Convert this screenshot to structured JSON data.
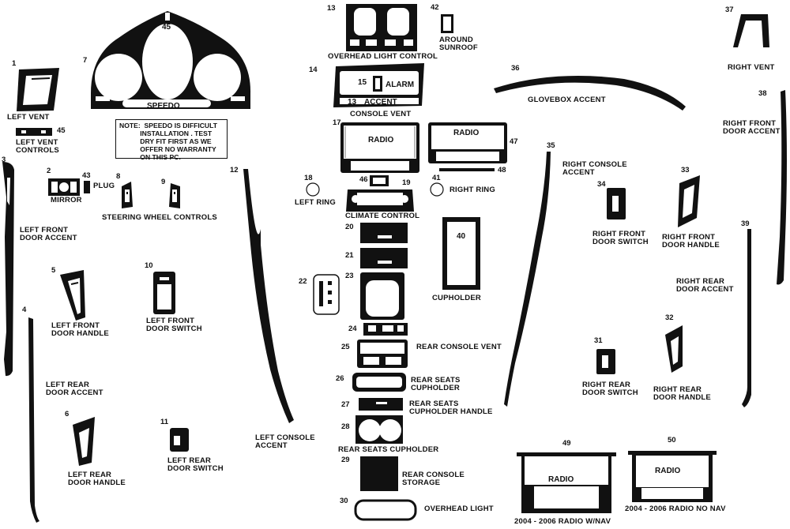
{
  "colors": {
    "piece": "#111111",
    "inner": "#ffffff",
    "grain": "#555555"
  },
  "note": "NOTE:  SPEEDO IS DIFFICULT\n           INSTALLATION . TEST\n           DRY FIT FIRST AS WE\n           OFFER NO WARRANTY\n           ON THIS PC.",
  "parts": [
    {
      "id": "p1",
      "number": "1",
      "label": "LEFT VENT"
    },
    {
      "id": "p2",
      "number": "2",
      "label": "MIRROR"
    },
    {
      "id": "p3",
      "number": "3",
      "label": "LEFT FRONT\nDOOR ACCENT"
    },
    {
      "id": "p4",
      "number": "4",
      "label": "LEFT REAR\nDOOR ACCENT"
    },
    {
      "id": "p5",
      "number": "5",
      "label": "LEFT FRONT\nDOOR HANDLE"
    },
    {
      "id": "p6",
      "number": "6",
      "label": "LEFT REAR\nDOOR HANDLE"
    },
    {
      "id": "p7",
      "number": "7",
      "label": "SPEEDO"
    },
    {
      "id": "p8",
      "number": "8",
      "label": ""
    },
    {
      "id": "p9",
      "number": "9",
      "label": ""
    },
    {
      "id": "p10",
      "number": "10",
      "label": "LEFT FRONT\nDOOR SWITCH"
    },
    {
      "id": "p11",
      "number": "11",
      "label": "LEFT REAR\nDOOR SWITCH"
    },
    {
      "id": "p12",
      "number": "12",
      "label": "LEFT CONSOLE\nACCENT"
    },
    {
      "id": "p13",
      "number": "13",
      "label": "OVERHEAD LIGHT CONTROL"
    },
    {
      "id": "p13b",
      "number": "13",
      "label": "ACCENT"
    },
    {
      "id": "p14",
      "number": "14",
      "label": "CONSOLE VENT"
    },
    {
      "id": "p15",
      "number": "15",
      "label": "ALARM"
    },
    {
      "id": "p17",
      "number": "17",
      "label": "RADIO"
    },
    {
      "id": "p18",
      "number": "18",
      "label": "LEFT RING"
    },
    {
      "id": "p19",
      "number": "19",
      "label": ""
    },
    {
      "id": "p20",
      "number": "20",
      "label": ""
    },
    {
      "id": "p21",
      "number": "21",
      "label": ""
    },
    {
      "id": "p22",
      "number": "22",
      "label": ""
    },
    {
      "id": "p23",
      "number": "23",
      "label": ""
    },
    {
      "id": "p24",
      "number": "24",
      "label": ""
    },
    {
      "id": "p25",
      "number": "25",
      "label": "REAR CONSOLE VENT"
    },
    {
      "id": "p26",
      "number": "26",
      "label": "REAR SEATS\nCUPHOLDER"
    },
    {
      "id": "p27",
      "number": "27",
      "label": "REAR SEATS\nCUPHOLDER HANDLE"
    },
    {
      "id": "p28",
      "number": "28",
      "label": "REAR SEATS CUPHOLDER"
    },
    {
      "id": "p29",
      "number": "29",
      "label": "REAR CONSOLE\nSTORAGE"
    },
    {
      "id": "p30",
      "number": "30",
      "label": "OVERHEAD LIGHT"
    },
    {
      "id": "p31",
      "number": "31",
      "label": "RIGHT REAR\nDOOR SWITCH"
    },
    {
      "id": "p32",
      "number": "32",
      "label": "RIGHT REAR\nDOOR HANDLE"
    },
    {
      "id": "p33",
      "number": "33",
      "label": "RIGHT FRONT\nDOOR HANDLE"
    },
    {
      "id": "p34",
      "number": "34",
      "label": "RIGHT FRONT\nDOOR SWITCH"
    },
    {
      "id": "p35",
      "number": "35",
      "label": "RIGHT CONSOLE\nACCENT"
    },
    {
      "id": "p36",
      "number": "36",
      "label": "GLOVEBOX ACCENT"
    },
    {
      "id": "p37",
      "number": "37",
      "label": "RIGHT VENT"
    },
    {
      "id": "p38",
      "number": "38",
      "label": "RIGHT FRONT\nDOOR ACCENT"
    },
    {
      "id": "p39",
      "number": "39",
      "label": "RIGHT REAR\nDOOR ACCENT"
    },
    {
      "id": "p40",
      "number": "40",
      "label": "CUPHOLDER"
    },
    {
      "id": "p41",
      "number": "41",
      "label": "RIGHT RING"
    },
    {
      "id": "p42",
      "number": "42",
      "label": "AROUND\nSUNROOF"
    },
    {
      "id": "p43",
      "number": "43",
      "label": "PLUG"
    },
    {
      "id": "p45",
      "number": "45",
      "label": "LEFT VENT\nCONTROLS"
    },
    {
      "id": "p45b",
      "number": "45",
      "label": ""
    },
    {
      "id": "p46",
      "number": "46",
      "label": "CLIMATE CONTROL"
    },
    {
      "id": "p47",
      "number": "47",
      "label": "RADIO"
    },
    {
      "id": "p48",
      "number": "48",
      "label": ""
    },
    {
      "id": "p49",
      "number": "49",
      "label": "2004 - 2006 RADIO W/NAV"
    },
    {
      "id": "p50",
      "number": "50",
      "label": "2004 - 2006 RADIO NO NAV"
    }
  ],
  "group_labels": {
    "steering": "STEERING WHEEL CONTROLS"
  },
  "inner_labels": {
    "speedo": "SPEEDO",
    "radio17": "RADIO",
    "radio47": "RADIO",
    "radio49": "RADIO",
    "radio50": "RADIO",
    "alarm": "ALARM",
    "accent13": "ACCENT",
    "n40": "40",
    "n45": "45",
    "n15": "15",
    "n13": "13"
  }
}
